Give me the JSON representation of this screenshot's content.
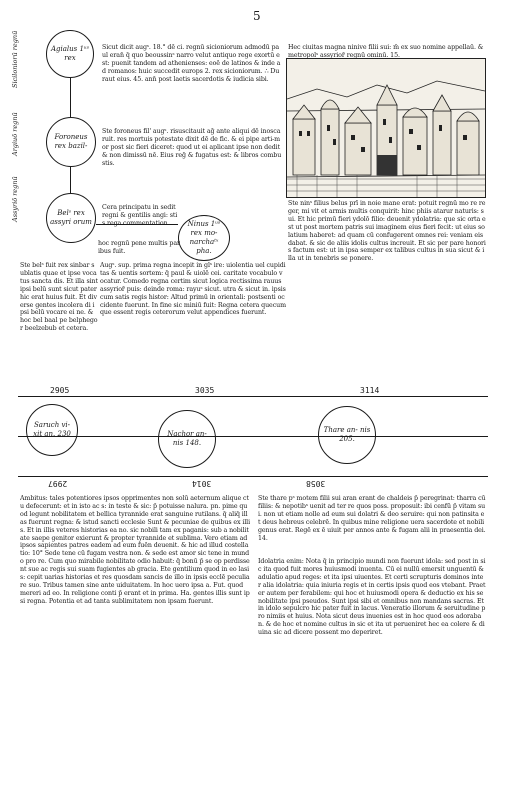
{
  "page_number": "5",
  "top_circles": [
    {
      "id": "agialus",
      "text": "Agialus 1ᵘˢ rex"
    },
    {
      "id": "foroneus",
      "text": "Foroneus rex bazil-"
    },
    {
      "id": "belus",
      "text": "Belˢ rex assyri orum"
    },
    {
      "id": "ninus",
      "text": "Ninus 1ᵘˢ rex mo- narchaᵗˣ pha."
    }
  ],
  "side_labels": [
    "Siciloniorū regnū",
    "Argiuō regnū",
    "Assyriō regnū"
  ],
  "col1_top": "Sicut dicit augˢ. 18.° dē ci. regnū sicioniorum admodū paul eran̄ q̄ quo beoussinˢ narro velut antiquo rege exortū est: puenit tandem ad athenienses: eoē de latinos & inde ad romanos: huic succedit europs 2. rex sicioniorum. ∴ Duraut eius. 45. ann̄ post laetis sacerdotis & iudicia sibi.",
  "col1_mid": "Ste foroneus fil' augˢ. risuscitauit aḡ ante aliqui dē inoscaruit. res mortuis potestate dixit dē de fic. & ei pipe arti-mor post sic fieri diceret: quod ut ei aplicant ipse non dedit & non dimissū nē. Eius reḡ & fugatus est: & libros combustis.",
  "col1_mid2": "Cera principatu in sedit regni & gentilis angi: stis rega commentation.",
  "ninus_label": "Ninus 1ᵘˢ rex mo- narchaᵗˣ pha.",
  "col1_tail": "hoc regnū pene multis paribus fuit.",
  "right_header": "Hec ciuitas magna ninive filii sui: m̄ ex suo nomine appellaū. & metropolˢ assyrior̄ regnū ominū. 15.",
  "col_ninus": "Augˢ. sup. prima regna incepit in glˢ ire: uiolentia uel cupiditas & uentis sortem: q̄ paul & uiolē cei. caritate vocabulo vocatur. Comedo regna certim sicut logica rectissima rauus assyrior̄ puis: deinde roma: rayuˢ sicut. utra & sicut in. ipsis cum satis regis histor: Altud primū in orientali: postsenti occidente fuerunt. In fine sic miniū fuit: Regna cetera quecumque essent regis ceterorum velut appendices fuerunt.",
  "col_belus": "Ste belˢ fuit rex sinbar sublatis quae et ipse vocatus sancta dis. Et illa sint ipsi belū sunt sicut pater hic erat huius fuit. Et diverse gentes incolera di ipsi belū vocare ei ne. & hoc bel baal pe belphegor beelzebub et cetera.",
  "col_right_mid": "Ste ninˢ filius belus prī in noie mane erat: potuit regnū mo re reger, mi vit et armis multis conquirit: hinc phiis atarur naturis: sui. Et hic primū fieri ydolō filio: deuenit ydolatria: que sic orta est ut post mortem patris sui imaginem eius fieri fecit: ut eius solatium haberet: ad quam cū confugerent omnes rei: veniam eis dabat. & sic de aliis idolis cultus increuit. Et sic per pare honoris factum est: ut in ipsa semper ex talibus cultus in sua sicut & illa ut in tenebris se ponere.",
  "timeline": {
    "years_top": [
      "2905",
      "3035",
      "3114"
    ],
    "years_bottom": [
      "2997",
      "3014",
      "3058"
    ],
    "circles": [
      {
        "id": "saruch",
        "text": "Saruch vi- xit an. 230"
      },
      {
        "id": "nachor",
        "text": "Nachor an- nis 148."
      },
      {
        "id": "thare",
        "text": "Thare an- nis 205."
      }
    ]
  },
  "bottom_left": "Ambitus: tales potentiores ipsos opprimentes non solū aeternum alique ctu defecerunt: et in isto ac s: in teste & sic: p̄ potuisse nalura. pn. pime quod legunt nobilitatem et bellica tyrannide erat sanguine rutilans. q̄ aliq̄ illas fuerunt regna: & istud sancti ecclesie Sunt & pecuniae de quibus ex illis. Et in illis veteres historias ea no. sic nobili tam ex paganis: sub a nobilitate saepe genitor exierunt & propter tyrannide et sublima. Vero etiam ad ipsos sapientes patres eadem ad eum fuēn deuenit. & hic ad illud costellatio: 10° Sede tene cū fugam vestra non. & sede est amor sic tene in mundo pro re. Cum quo mirabile nobilitate odio habuit: q̄ bonū p̄ se op perdissent sue ac regis sui suam fugientes ab gracia. Ete gentilium quod in eo lasis: cepit uarias historias et res quosdam sancis de illo in ipsis ecclē peculiare suo. Tribus tamen sine ante uiduitatem. In hoc uero ipsa a. Fut. quod mereri ad eo. In religione conti p̄ erant et in prima. Ha. gentes illis sunt ipsi regna. Potentia et ad tanta sublimitatem non ipsam fuerunt.",
  "bottom_right_1": "Ste thare pˢ motem filii sui aran erant de chaldeis p̄ peregrinat̄: tharra cū filiis: & nepotibˢ uenit ad ter re quos poss. proposuit: ibi cenfū p̄ vitam sui. non ut etiam nolle ad eum sui dolatri & deo seruire: qui non patinsita et deus hebreus celebrē. In quibus mine religione uera sacerdote et nobili genus erat. Regē ex ē uiuit per annos ante & fugam alii in praesentia dei. 14.",
  "bottom_right_2": "Idolatria enim: Nota q̄ in principio mundi non fuerunt idola: sed post in sic ita quod fuit mores huiusmodi inuenta. Cū ei nullū emersit unguentū & adulatio apud reges: et ita ipsi uiuentes. Et certi scrupturis dominos inter alia idolatria: quia iniuria regis et in certis ipsis quod eos vtebant. Praeter autem per ferabilem: qui hoc et huiusmodi opera & deductio ex his se nobilitate ipsi pseudos. Sunt ipsi sibi et omnibus non mandans sacras. Et in idolo sepulcro hic pater fuit in lacus. Veneratio illorum & seruitudine pro nimiis et huius. Nota sicut deus inuenies est in hoc quod eos adoraban. & de hoc et nomine cultus in sic et ita ut perueniret hec ea colere & diuina sic ad dicere possent mo deperiret."
}
